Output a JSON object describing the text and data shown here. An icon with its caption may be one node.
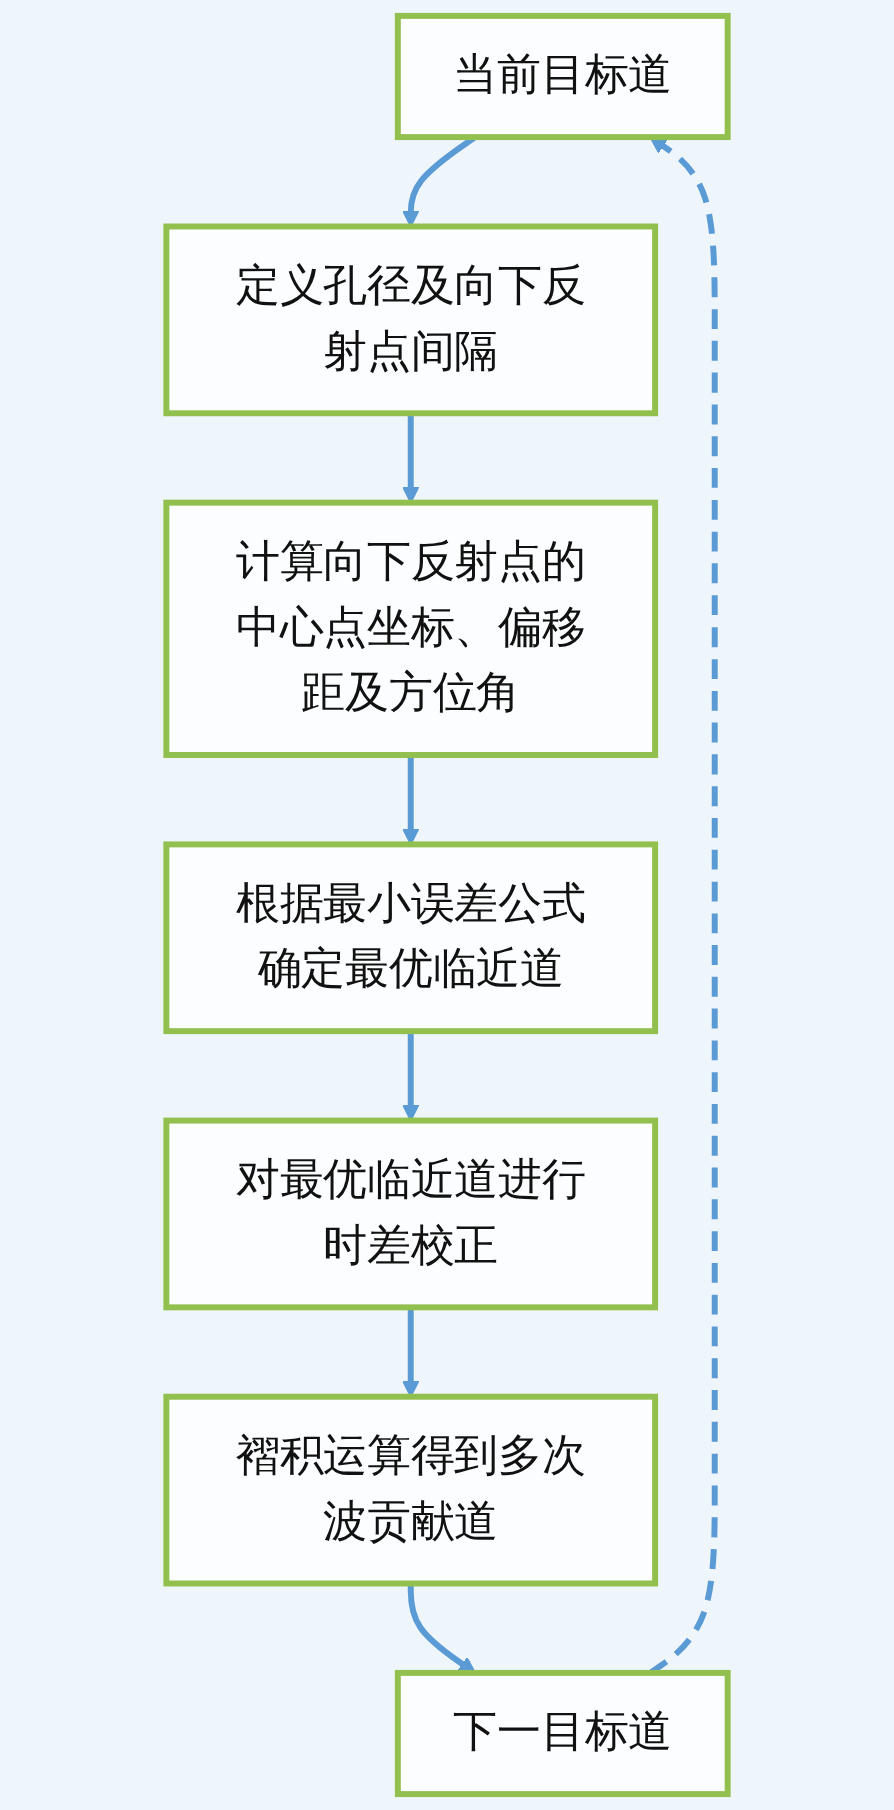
{
  "diagram": {
    "nodes": [
      {
        "text": [
          "当前目标道"
        ]
      },
      {
        "text": [
          "定义孔径及向下反射点间隔"
        ]
      },
      {
        "text": [
          "计算向下反射点的中心点坐标、偏移距及方位角"
        ]
      },
      {
        "text": [
          "根据最小误差公式确定最优临近道"
        ]
      },
      {
        "text": [
          "对最优临近道进行时差校正"
        ]
      },
      {
        "text": [
          "褶积运算得到多次波贡献道"
        ]
      },
      {
        "text": [
          "下一目标道"
        ]
      }
    ],
    "edges": [
      {
        "from": 0,
        "to": 1,
        "arrow": "to"
      },
      {
        "from": 1,
        "to": 2,
        "arrow": "to"
      },
      {
        "from": 2,
        "to": 3,
        "arrow": "to"
      },
      {
        "from": 3,
        "to": 4,
        "arrow": "to"
      },
      {
        "from": 4,
        "to": 5,
        "arrow": "to"
      },
      {
        "from": 5,
        "to": 6,
        "arrow": "to"
      },
      {
        "from": 6,
        "to": 0,
        "arrow": "to",
        "style": "dashed"
      }
    ]
  }
}
